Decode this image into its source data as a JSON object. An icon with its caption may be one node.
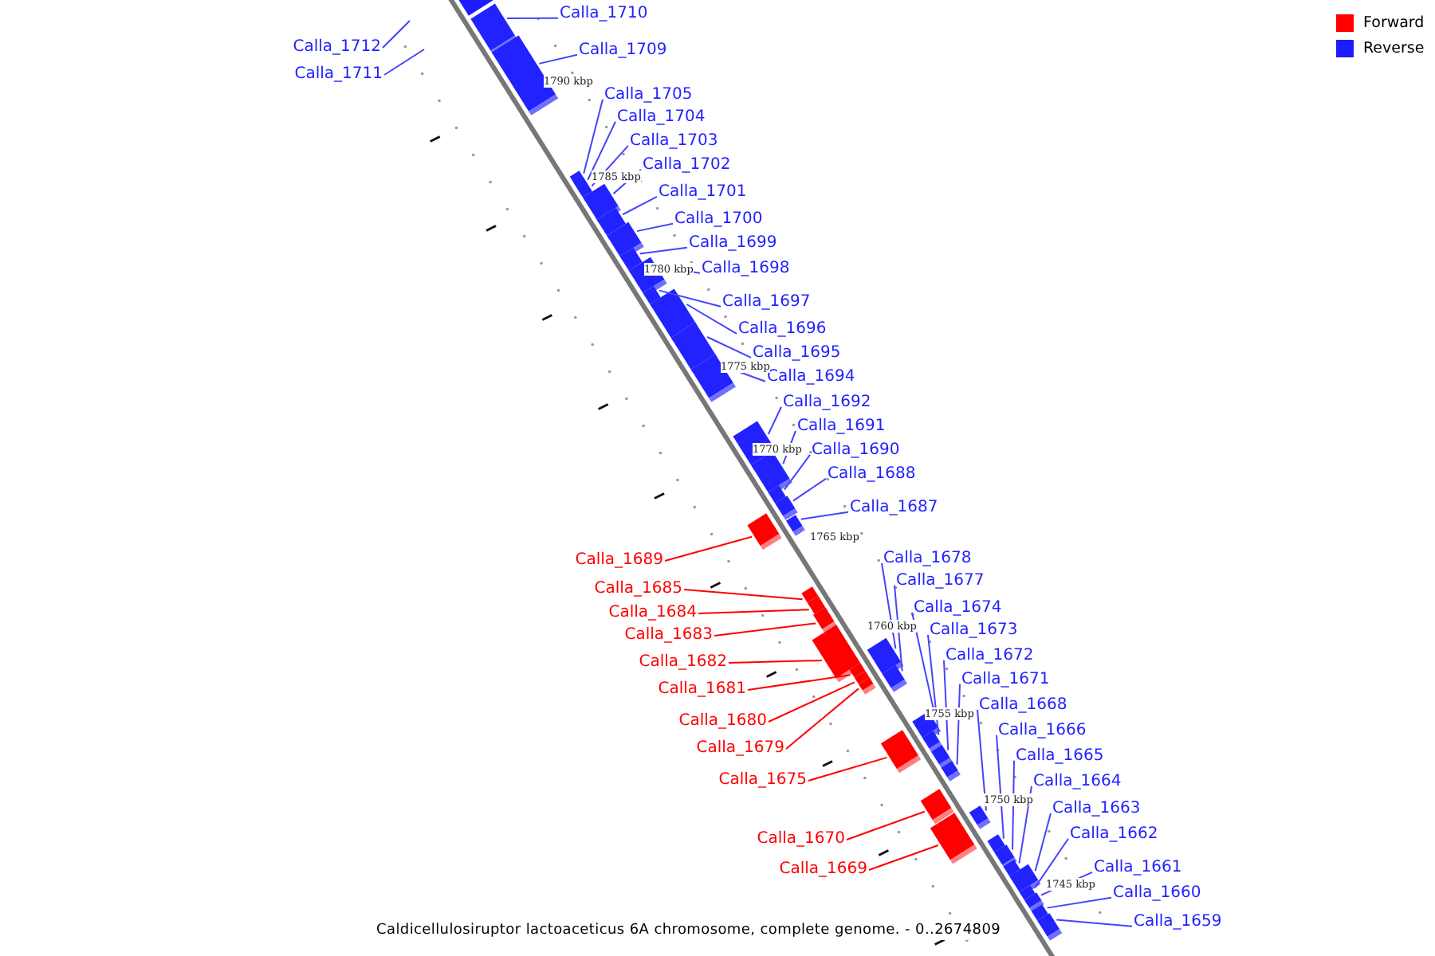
{
  "diagram": {
    "caption": "Caldicellulosiruptor lactoaceticus 6A chromosome, complete genome. - 0..2674809",
    "nodes": [
      {
        "text": [
          "Calla_1710"
        ]
      },
      {
        "text": [
          "Calla_1709"
        ]
      },
      {
        "text": [
          "Calla_1705"
        ]
      },
      {
        "text": [
          "Calla_1704"
        ]
      },
      {
        "text": [
          "Calla_1703"
        ]
      },
      {
        "text": [
          "Calla_1702"
        ]
      },
      {
        "text": [
          "Calla_1701"
        ]
      },
      {
        "text": [
          "Calla_1700"
        ]
      },
      {
        "text": [
          "Calla_1699"
        ]
      },
      {
        "text": [
          "Calla_1698"
        ]
      },
      {
        "text": [
          "Calla_1697"
        ]
      },
      {
        "text": [
          "Calla_1696"
        ]
      },
      {
        "text": [
          "Calla_1695"
        ]
      },
      {
        "text": [
          "Calla_1694"
        ]
      },
      {
        "text": [
          "Calla_1692"
        ]
      },
      {
        "text": [
          "Calla_1691"
        ]
      },
      {
        "text": [
          "Calla_1690"
        ]
      },
      {
        "text": [
          "Calla_1688"
        ]
      },
      {
        "text": [
          "Calla_1687"
        ]
      },
      {
        "text": [
          "Calla_1712"
        ]
      },
      {
        "text": [
          "Calla_1711"
        ]
      },
      {
        "text": [
          "Calla_1689"
        ]
      },
      {
        "text": [
          "Calla_1685"
        ]
      },
      {
        "text": [
          "Calla_1684"
        ]
      },
      {
        "text": [
          "Calla_1683"
        ]
      },
      {
        "text": [
          "Calla_1682"
        ]
      },
      {
        "text": [
          "Calla_1681"
        ]
      },
      {
        "text": [
          "Calla_1680"
        ]
      },
      {
        "text": [
          "Calla_1679"
        ]
      },
      {
        "text": [
          "Calla_1675"
        ]
      },
      {
        "text": [
          "Calla_1670"
        ]
      },
      {
        "text": [
          "Calla_1669"
        ]
      },
      {
        "text": [
          "Calla_1678"
        ]
      },
      {
        "text": [
          "Calla_1677"
        ]
      },
      {
        "text": [
          "Calla_1674"
        ]
      },
      {
        "text": [
          "Calla_1673"
        ]
      },
      {
        "text": [
          "Calla_1672"
        ]
      },
      {
        "text": [
          "Calla_1671"
        ]
      },
      {
        "text": [
          "Calla_1668"
        ]
      },
      {
        "text": [
          "Calla_1666"
        ]
      },
      {
        "text": [
          "Calla_1665"
        ]
      },
      {
        "text": [
          "Calla_1664"
        ]
      },
      {
        "text": [
          "Calla_1663"
        ]
      },
      {
        "text": [
          "Calla_1662"
        ]
      },
      {
        "text": [
          "Calla_1661"
        ]
      },
      {
        "text": [
          "Calla_1660"
        ]
      },
      {
        "text": [
          "Calla_1659"
        ]
      },
      {
        "text": [],
        "shape": "bar"
      },
      {
        "text": [],
        "shape": "bar"
      },
      {
        "text": [],
        "shape": "bar"
      },
      {
        "text": [],
        "shape": "bar"
      },
      {
        "text": [],
        "shape": "bar"
      },
      {
        "text": [],
        "shape": "bar"
      },
      {
        "text": [],
        "shape": "bar"
      },
      {
        "text": [],
        "shape": "bar"
      },
      {
        "text": [],
        "shape": "bar"
      },
      {
        "text": [],
        "shape": "bar"
      },
      {
        "text": [],
        "shape": "bar"
      },
      {
        "text": [],
        "shape": "bar"
      },
      {
        "text": [],
        "shape": "bar"
      },
      {
        "text": [],
        "shape": "bar"
      },
      {
        "text": [],
        "shape": "bar"
      },
      {
        "text": [],
        "shape": "bar"
      },
      {
        "text": [],
        "shape": "bar"
      },
      {
        "text": [],
        "shape": "bar"
      },
      {
        "text": [],
        "shape": "bar"
      },
      {
        "text": [],
        "shape": "bar"
      },
      {
        "text": [],
        "shape": "bar"
      },
      {
        "text": [],
        "shape": "bar"
      },
      {
        "text": [],
        "shape": "bar"
      },
      {
        "text": [],
        "shape": "bar"
      },
      {
        "text": [],
        "shape": "bar"
      },
      {
        "text": [],
        "shape": "bar"
      },
      {
        "text": [],
        "shape": "bar"
      },
      {
        "text": [],
        "shape": "bar"
      },
      {
        "text": [],
        "shape": "bar"
      },
      {
        "text": [],
        "shape": "bar"
      },
      {
        "text": [],
        "shape": "bar"
      },
      {
        "text": [],
        "shape": "bar"
      },
      {
        "text": [],
        "shape": "bar"
      },
      {
        "text": [],
        "shape": "bar"
      },
      {
        "text": [],
        "shape": "bar"
      },
      {
        "text": [],
        "shape": "bar"
      },
      {
        "text": [],
        "shape": "bar"
      },
      {
        "text": [],
        "shape": "bar"
      },
      {
        "text": [],
        "shape": "bar"
      },
      {
        "text": [],
        "shape": "bar"
      },
      {
        "text": [],
        "shape": "bar"
      },
      {
        "text": [],
        "shape": "bar"
      },
      {
        "text": [],
        "shape": "bar"
      },
      {
        "text": [],
        "shape": "bar"
      },
      {
        "text": [],
        "shape": "bar"
      }
    ],
    "edges": [
      {
        "from": 0,
        "to": 47,
        "arrow": "none"
      },
      {
        "from": 1,
        "to": 48,
        "arrow": "none"
      },
      {
        "from": 2,
        "to": 49,
        "arrow": "none"
      },
      {
        "from": 3,
        "to": 50,
        "arrow": "none"
      },
      {
        "from": 4,
        "to": 51,
        "arrow": "none"
      },
      {
        "from": 5,
        "to": 52,
        "arrow": "none"
      },
      {
        "from": 6,
        "to": 53,
        "arrow": "none"
      },
      {
        "from": 7,
        "to": 54,
        "arrow": "none"
      },
      {
        "from": 8,
        "to": 55,
        "arrow": "none"
      },
      {
        "from": 9,
        "to": 56,
        "arrow": "none"
      },
      {
        "from": 10,
        "to": 57,
        "arrow": "none"
      },
      {
        "from": 11,
        "to": 58,
        "arrow": "none"
      },
      {
        "from": 12,
        "to": 59,
        "arrow": "none"
      },
      {
        "from": 13,
        "to": 60,
        "arrow": "none"
      },
      {
        "from": 14,
        "to": 61,
        "arrow": "none"
      },
      {
        "from": 15,
        "to": 62,
        "arrow": "none"
      },
      {
        "from": 16,
        "to": 63,
        "arrow": "none"
      },
      {
        "from": 17,
        "to": 64,
        "arrow": "none"
      },
      {
        "from": 18,
        "to": 65,
        "arrow": "none"
      },
      {
        "from": 19,
        "to": null,
        "arrow": "none"
      },
      {
        "from": 20,
        "to": null,
        "arrow": "none"
      },
      {
        "from": 21,
        "to": 66,
        "arrow": "none",
        "color": "#ff0000"
      },
      {
        "from": 22,
        "to": 67,
        "arrow": "none",
        "color": "#ff0000"
      },
      {
        "from": 23,
        "to": 68,
        "arrow": "none",
        "color": "#ff0000"
      },
      {
        "from": 24,
        "to": 69,
        "arrow": "none",
        "color": "#ff0000"
      },
      {
        "from": 25,
        "to": 70,
        "arrow": "none",
        "color": "#ff0000"
      },
      {
        "from": 26,
        "to": 71,
        "arrow": "none",
        "color": "#ff0000"
      },
      {
        "from": 27,
        "to": 72,
        "arrow": "none",
        "color": "#ff0000"
      },
      {
        "from": 28,
        "to": 73,
        "arrow": "none",
        "color": "#ff0000"
      },
      {
        "from": 29,
        "to": 74,
        "arrow": "none",
        "color": "#ff0000"
      },
      {
        "from": 30,
        "to": 75,
        "arrow": "none",
        "color": "#ff0000"
      },
      {
        "from": 31,
        "to": 76,
        "arrow": "none",
        "color": "#ff0000"
      },
      {
        "from": 32,
        "to": 77,
        "arrow": "none"
      },
      {
        "from": 33,
        "to": 78,
        "arrow": "none"
      },
      {
        "from": 34,
        "to": 79,
        "arrow": "none"
      },
      {
        "from": 35,
        "to": 80,
        "arrow": "none"
      },
      {
        "from": 36,
        "to": 81,
        "arrow": "none"
      },
      {
        "from": 37,
        "to": 82,
        "arrow": "none"
      },
      {
        "from": 38,
        "to": 83,
        "arrow": "none"
      },
      {
        "from": 39,
        "to": 84,
        "arrow": "none"
      },
      {
        "from": 40,
        "to": 85,
        "arrow": "none"
      },
      {
        "from": 41,
        "to": 86,
        "arrow": "none"
      },
      {
        "from": 42,
        "to": 87,
        "arrow": "none"
      },
      {
        "from": 43,
        "to": 88,
        "arrow": "none"
      },
      {
        "from": 44,
        "to": 89,
        "arrow": "none"
      },
      {
        "from": 45,
        "to": 90,
        "arrow": "none"
      },
      {
        "from": 46,
        "to": 91,
        "arrow": "none"
      }
    ],
    "labels": [
      "1790 kbp",
      "1785 kbp",
      "1780 kbp",
      "1775 kbp",
      "1770 kbp",
      "1765 kbp",
      "1760 kbp",
      "1755 kbp",
      "1750 kbp",
      "1745 kbp"
    ],
    "legend": [
      {
        "text": "Forward",
        "color": "#ff0000"
      },
      {
        "text": "Reverse",
        "color": "#1c1cff"
      }
    ]
  }
}
